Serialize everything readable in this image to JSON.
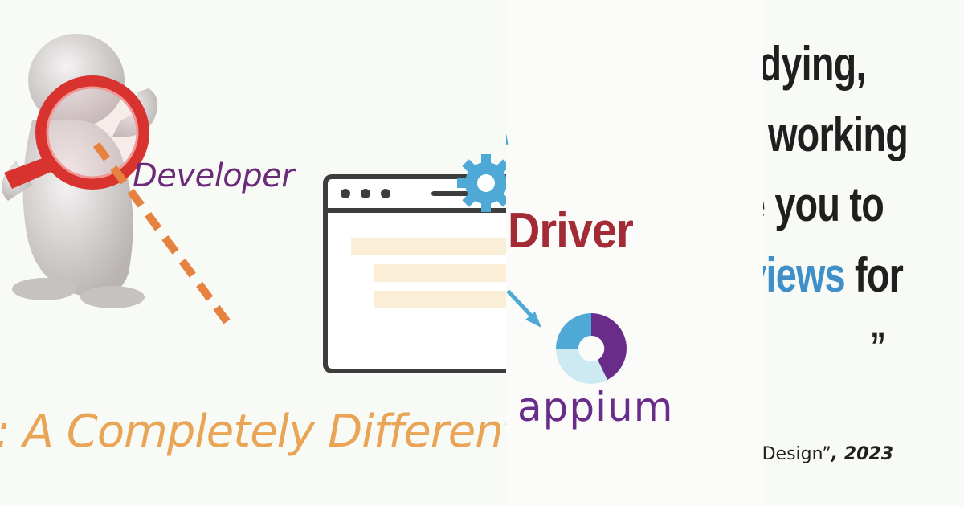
{
  "panels": {
    "developer": {
      "label": "Developer",
      "headline": ": A Completely Different"
    },
    "driver": {
      "label": "Driver",
      "logo_text": "appium"
    },
    "quote": {
      "lines": [
        "dying,",
        "working",
        "e you to"
      ],
      "line4_highlight": "views",
      "line4_rest": " for",
      "closing_mark": "”",
      "citation_main": "Design”",
      "citation_year": ", 2023"
    }
  },
  "colors": {
    "developer_text": "#6b2a7a",
    "headline": "#eaa456",
    "driver_text": "#a22b35",
    "appium_purple": "#6a2c89",
    "appium_blue": "#4ea9d6",
    "highlight_blue": "#3f8fc8",
    "dashed_line": "#e6813f",
    "magnifier_red": "#d8332f"
  },
  "icons": [
    "magnifier-figure-icon",
    "browser-window-icon",
    "gear-icon",
    "appium-logo-icon"
  ]
}
